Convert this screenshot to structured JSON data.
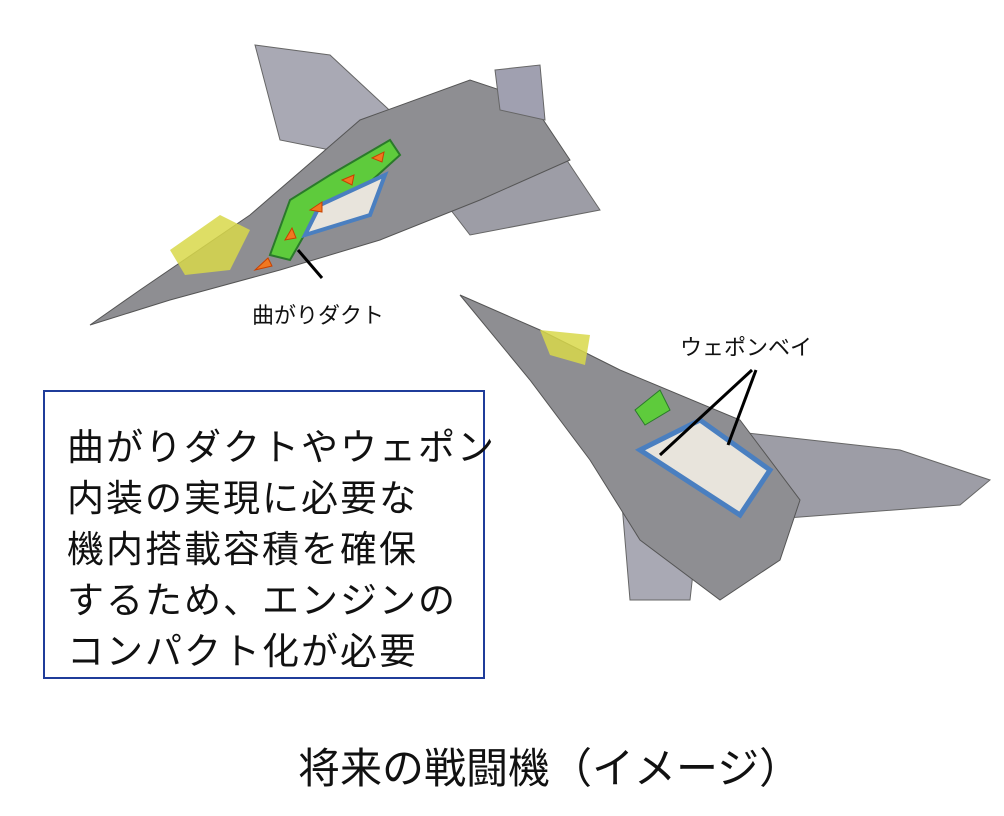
{
  "labels": {
    "curved_duct": "曲がりダクト",
    "weapon_bay": "ウェポンベイ"
  },
  "note_box": {
    "lines": [
      "曲がりダクトやウェポン",
      "内装の実現に必要な",
      "機内搭載容積を確保",
      "するため、エンジンの",
      "コンパクト化が必要"
    ]
  },
  "caption": "将来の戦闘機（イメージ）",
  "colors": {
    "box_border": "#1f3c9a",
    "duct_green": "#5ecb3c",
    "bay_outline": "#4a7fc0",
    "canopy": "#d8d84a",
    "airframe": "#8c8c8c"
  }
}
